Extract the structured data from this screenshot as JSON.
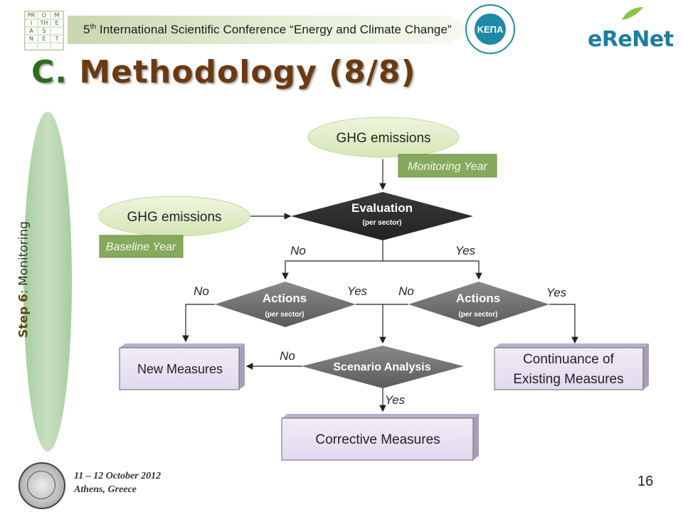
{
  "header": {
    "logo_letters": [
      "PR",
      "O",
      "M",
      "I",
      "TH",
      "E",
      "A",
      "S",
      "",
      "N",
      "E",
      "T",
      "",
      "",
      ""
    ],
    "banner_sup": "th",
    "banner_prefix": "5",
    "banner_text": " International Scientific Conference “Energy and Climate Change”",
    "kepa_label": "ΚΕΠΑ",
    "erenet_label": "eReNet"
  },
  "slide": {
    "title_prefix": "C.",
    "title_text": " Methodology (8/8)",
    "step_bold": "Step 6",
    "step_rest": ": Monitoring",
    "date_line1": "11 – 12 October 2012",
    "date_line2": "Athens, Greece",
    "page_number": "16"
  },
  "flowchart": {
    "ghg_top": "GHG emissions",
    "monitoring_year": "Monitoring Year",
    "ghg_left": "GHG emissions",
    "baseline_year": "Baseline Year",
    "evaluation": "Evaluation",
    "evaluation_sub": "(per sector)",
    "actions_left": "Actions",
    "actions_left_sub": "(per sector)",
    "actions_right": "Actions",
    "actions_right_sub": "(per sector)",
    "scenario": "Scenario Analysis",
    "new_measures": "New Measures",
    "continuance_l1": "Continuance of",
    "continuance_l2": "Existing Measures",
    "corrective": "Corrective Measures",
    "eval_no": "No",
    "eval_yes": "Yes",
    "al_no": "No",
    "al_yes": "Yes",
    "ar_no": "No",
    "ar_yes": "Yes",
    "sc_no": "No",
    "sc_yes": "Yes"
  }
}
